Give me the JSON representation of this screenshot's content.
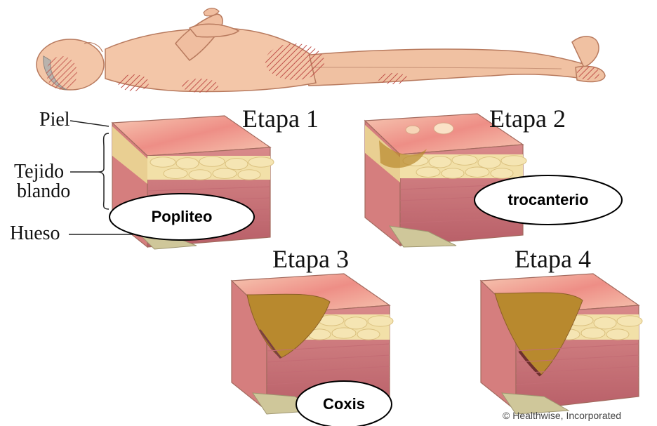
{
  "tissue_labels": {
    "skin": "Piel",
    "soft_tissue_line1": "Tejido",
    "soft_tissue_line2": "blando",
    "bone": "Hueso"
  },
  "stages": [
    {
      "title": "Etapa 1"
    },
    {
      "title": "Etapa 2"
    },
    {
      "title": "Etapa 3"
    },
    {
      "title": "Etapa 4"
    }
  ],
  "callouts": {
    "popliteo": "Popliteo",
    "trocanterio": "trocanterio",
    "coxis": "Coxis"
  },
  "credit": "© Healthwise, Incorporated",
  "colors": {
    "skin_fill": "#f3c6a8",
    "skin_shade": "#d99a7e",
    "hatch": "#c0504a",
    "muscle": "#c9737a",
    "fat": "#f2e0a8",
    "bone": "#cfc79a",
    "wound": "#b8892e"
  }
}
